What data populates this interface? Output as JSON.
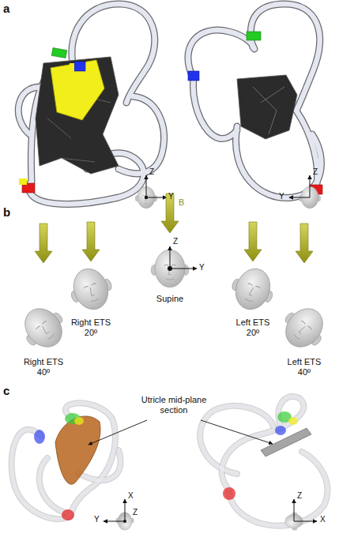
{
  "diagram": {
    "labels": [
      "a",
      "Z",
      "Y",
      "Z",
      "Y",
      "b",
      "B",
      "Z",
      "Y",
      "Right ETS 40º",
      "Right ETS 20º",
      "Supine",
      "Left ETS 20º",
      "Left ETS 40º",
      "c",
      "Utricle mid-plane section",
      "X",
      "Y",
      "Z",
      "Z",
      "X"
    ]
  }
}
